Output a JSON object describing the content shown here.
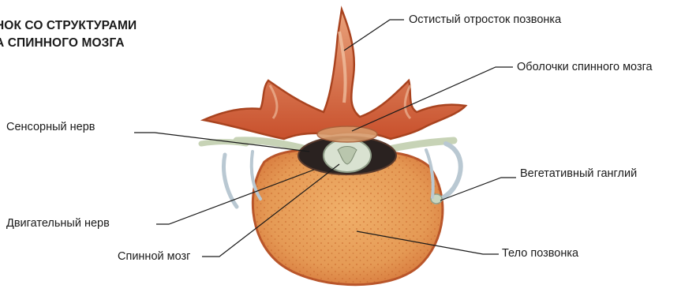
{
  "heading": {
    "line1": "НОК СО СТРУКТУРАМИ",
    "line2": "А СПИННОГО МОЗГА"
  },
  "labels": {
    "spinous_process": "Остистый отросток позвонка",
    "meninges": "Оболочки спинного мозга",
    "sensory_nerve": "Сенсорный нерв",
    "autonomic_ganglion": "Вегетативный ганглий",
    "motor_nerve": "Двигательный нерв",
    "spinal_cord": "Спинной мозг",
    "vertebral_body": "Тело позвонка"
  },
  "colors": {
    "bone_outer": "#c9502a",
    "bone_inner": "#e8a07a",
    "body_fill": "#e9a15c",
    "nerve": "#c8d5b9",
    "leader": "#1a1a1a"
  }
}
